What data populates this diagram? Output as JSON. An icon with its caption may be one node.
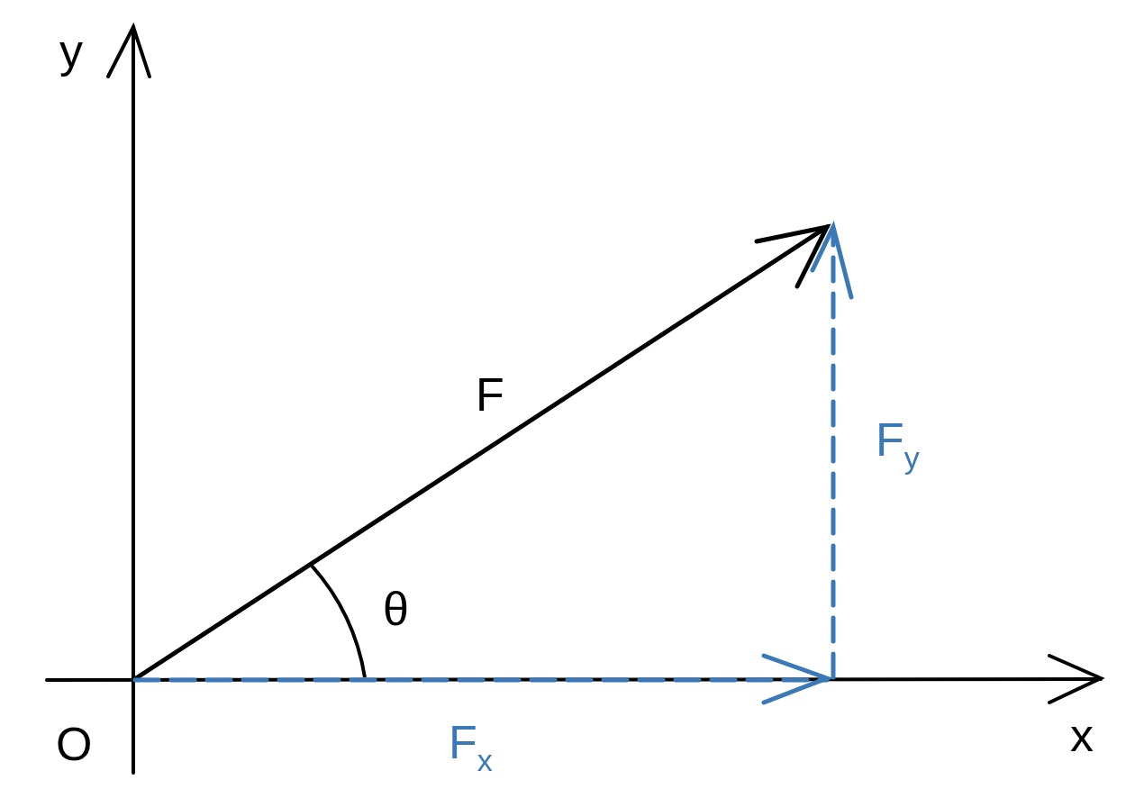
{
  "diagram": {
    "labels": [
      "y",
      "F",
      "F$_{y}$",
      "θ",
      "O",
      "F$_{x}$",
      "x"
    ]
  }
}
